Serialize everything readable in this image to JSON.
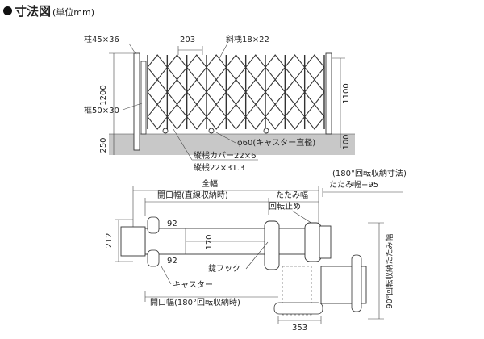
{
  "heading": {
    "title": "寸法図",
    "unit": "(単位mm)"
  },
  "elevation": {
    "post": "柱45×36",
    "pitch": "203",
    "diagonal": "斜桟18×22",
    "height_total": "1200",
    "frame": "框50×30",
    "height_right": "1100",
    "rail_height": "250",
    "rail_right": "100",
    "caster": "φ60(キャスター直径)",
    "cover": "縦桟カバー22×6",
    "vertical_bar": "縦桟22×31.3"
  },
  "plan": {
    "rotation_label": "(180°回転収納寸法)",
    "fold_width_95": "たたみ幅−95",
    "overall_width": "全幅",
    "opening_straight": "開口幅(直線収納時)",
    "fold_width": "たたみ幅",
    "stopper": "回転止め",
    "depth": "212",
    "gap_top": "92",
    "gap_bottom": "92",
    "inner": "170",
    "lock_hook": "錠フック",
    "caster": "キャスター",
    "opening_rotated": "開口幅(180°回転収納時)",
    "width_353": "353",
    "vertical_label": "90°回転収納たたみ幅"
  }
}
